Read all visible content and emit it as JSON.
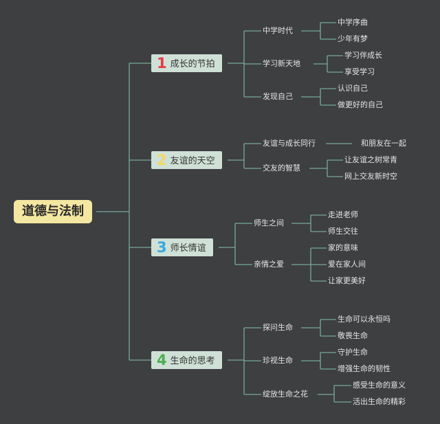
{
  "root": {
    "label": "道德与法制"
  },
  "colors": {
    "background": "#3d3f40",
    "line": "#7aa99a",
    "root_fill": "#f4e7a1",
    "main_fill": "#cfe0d7",
    "num1": "#e63a46",
    "num2": "#f1d864",
    "num3": "#35a8e0",
    "num4": "#4caf50"
  },
  "branches": [
    {
      "num": "1",
      "label": "成长的节拍",
      "subs": [
        {
          "label": "中学时代",
          "leaves": [
            "中学序曲",
            "少年有梦"
          ]
        },
        {
          "label": "学习新天地",
          "leaves": [
            "学习伴成长",
            "享受学习"
          ]
        },
        {
          "label": "发现自己",
          "leaves": [
            "认识自己",
            "做更好的自己"
          ]
        }
      ]
    },
    {
      "num": "2",
      "label": "友谊的天空",
      "subs": [
        {
          "label": "友谊与成长同行",
          "leaves": [
            "和朋友在一起"
          ]
        },
        {
          "label": "交友的智慧",
          "leaves": [
            "让友谊之树常青",
            "网上交友新时空"
          ]
        }
      ]
    },
    {
      "num": "3",
      "label": "师长情谊",
      "subs": [
        {
          "label": "师生之间",
          "leaves": [
            "走进老师",
            "师生交往"
          ]
        },
        {
          "label": "亲情之爱",
          "leaves": [
            "家的意味",
            "爱在家人间",
            "让家更美好"
          ]
        }
      ]
    },
    {
      "num": "4",
      "label": "生命的思考",
      "subs": [
        {
          "label": "探问生命",
          "leaves": [
            "生命可以永恒吗",
            "敬畏生命"
          ]
        },
        {
          "label": "珍视生命",
          "leaves": [
            "守护生命",
            "增强生命的韧性"
          ]
        },
        {
          "label": "绽放生命之花",
          "leaves": [
            "感受生命的意义",
            "活出生命的精彩"
          ]
        }
      ]
    }
  ]
}
